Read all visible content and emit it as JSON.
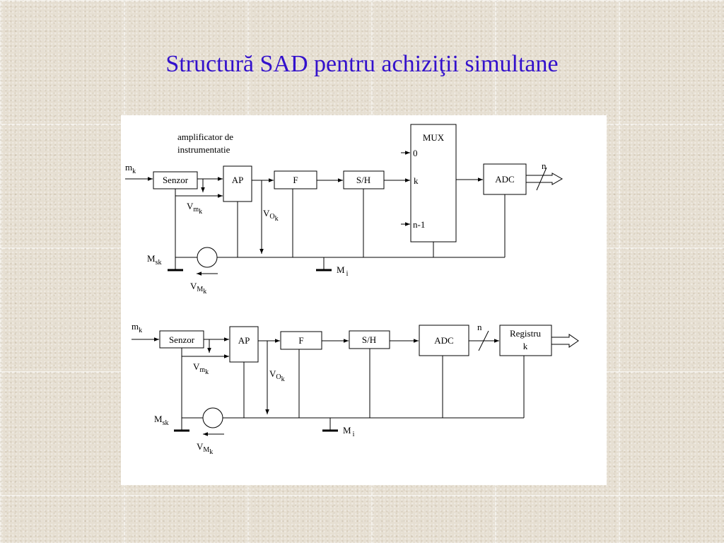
{
  "slide": {
    "title": "Structură SAD pentru achiziţii simultane",
    "text_color": "#3311cc"
  },
  "diagram_top": {
    "annotation_line1": "amplificator de",
    "annotation_line2": "instrumentatie",
    "input_symbol": "m",
    "input_sub": "k",
    "blocks": {
      "sensor": "Senzor",
      "amp": "AP",
      "filter": "F",
      "sh": "S/H",
      "mux": "MUX",
      "adc": "ADC"
    },
    "mux_inputs": [
      "0",
      "k",
      "n-1"
    ],
    "bus_label": "n",
    "vm_symbol": "V",
    "vm_sub": "m",
    "vm_subsub": "k",
    "vo_symbol": "V",
    "vo_sub": "O",
    "vo_subsub": "k",
    "msk_symbol": "M",
    "msk_sub": "sk",
    "vM_symbol": "V",
    "vM_sub": "M",
    "vM_subsub": "k",
    "mi_symbol": "M",
    "mi_sub": "i"
  },
  "diagram_bottom": {
    "input_symbol": "m",
    "input_sub": "k",
    "blocks": {
      "sensor": "Senzor",
      "amp": "AP",
      "filter": "F",
      "sh": "S/H",
      "adc": "ADC",
      "register_line1": "Registru",
      "register_line2": "k"
    },
    "bus_label": "n",
    "vm_symbol": "V",
    "vm_sub": "m",
    "vm_subsub": "k",
    "vo_symbol": "V",
    "vo_sub": "O",
    "vo_subsub": "k",
    "msk_symbol": "M",
    "msk_sub": "sk",
    "vM_symbol": "V",
    "vM_sub": "M",
    "vM_subsub": "k",
    "mi_symbol": "M",
    "mi_sub": "i"
  }
}
